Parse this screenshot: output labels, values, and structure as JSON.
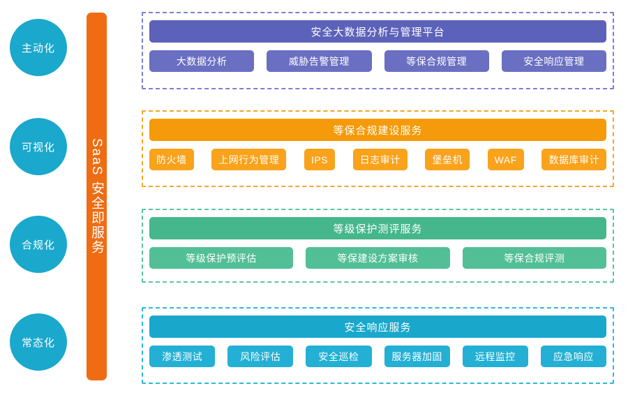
{
  "stages": [
    {
      "label": "主动化"
    },
    {
      "label": "可视化"
    },
    {
      "label": "合规化"
    },
    {
      "label": "常态化"
    }
  ],
  "spine": {
    "label": "SaaS 安全即服务",
    "color": "#ef6c13"
  },
  "groups": [
    {
      "id": "big-data-platform",
      "header": "安全大数据分析与管理平台",
      "header_color": "#5c62b9",
      "chip_color": "#6a6fc2",
      "border_color": "#7b7fd0",
      "layout": "even",
      "items": [
        "大数据分析",
        "威胁告警管理",
        "等保合规管理",
        "安全响应管理"
      ]
    },
    {
      "id": "compliance-construction",
      "header": "等保合规建设服务",
      "header_color": "#f59a0a",
      "chip_color": "#f9a21b",
      "border_color": "#f5a623",
      "layout": "flow",
      "items": [
        "防火墙",
        "上网行为管理",
        "IPS",
        "日志审计",
        "堡垒机",
        "WAF",
        "数据库审计"
      ]
    },
    {
      "id": "grade-protection-evaluation",
      "header": "等级保护测评服务",
      "header_color": "#46b68c",
      "chip_color": "#52bf96",
      "border_color": "#56c79a",
      "layout": "even",
      "items": [
        "等级保护预评估",
        "等保建设方案审核",
        "等保合规评测"
      ]
    },
    {
      "id": "security-response",
      "header": "安全响应服务",
      "header_color": "#19a8cc",
      "chip_color": "#23b0d4",
      "border_color": "#2bb8dd",
      "layout": "even",
      "items": [
        "渗透测试",
        "风险评估",
        "安全巡检",
        "服务器加固",
        "远程监控",
        "应急响应"
      ]
    }
  ]
}
